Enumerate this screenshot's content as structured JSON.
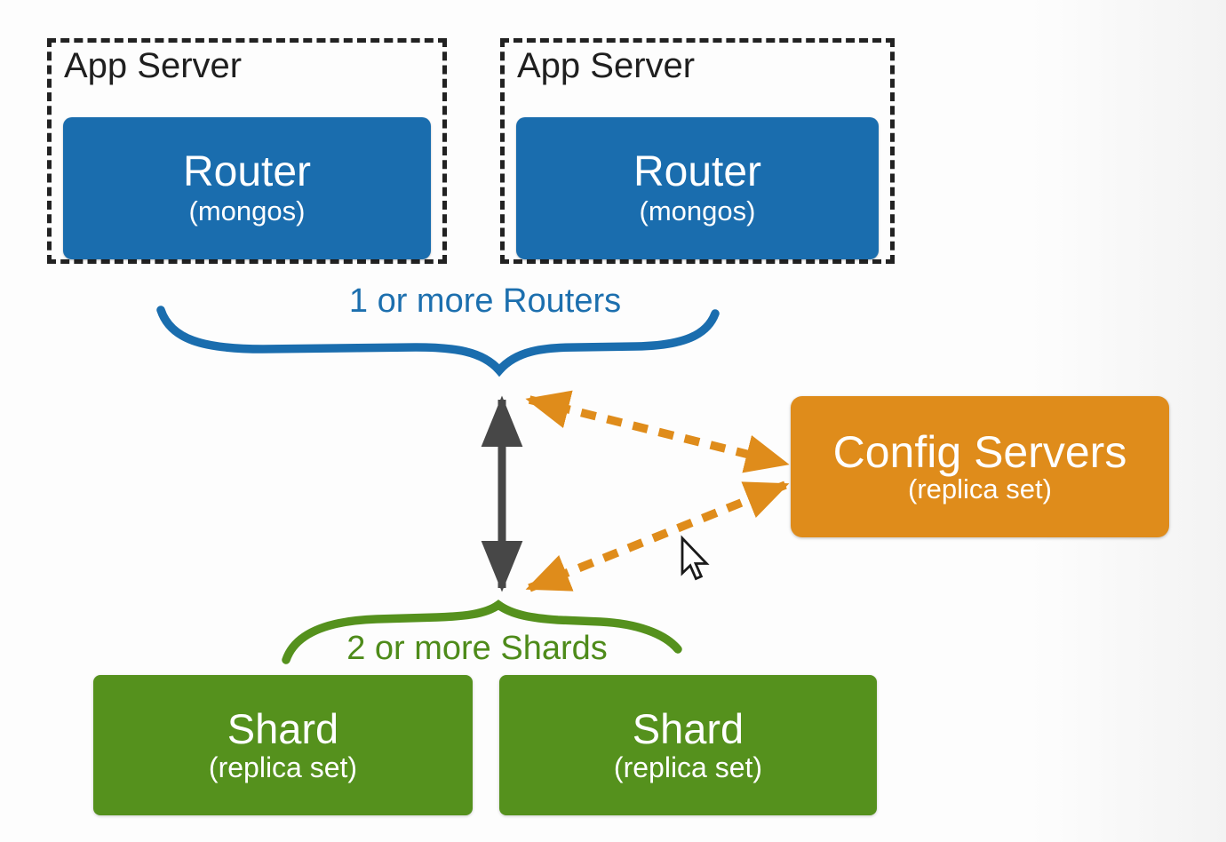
{
  "app_server_groups": [
    {
      "label": "App Server",
      "node": {
        "title": "Router",
        "subtitle": "(mongos)"
      }
    },
    {
      "label": "App Server",
      "node": {
        "title": "Router",
        "subtitle": "(mongos)"
      }
    }
  ],
  "labels": {
    "routers": "1 or more Routers",
    "shards": "2 or more Shards"
  },
  "config_servers": {
    "title": "Config Servers",
    "subtitle": "(replica set)"
  },
  "shard_nodes": [
    {
      "title": "Shard",
      "subtitle": "(replica set)"
    },
    {
      "title": "Shard",
      "subtitle": "(replica set)"
    }
  ],
  "colors": {
    "router_blue": "#1a6dae",
    "config_orange": "#df8c1b",
    "shard_green": "#55911d",
    "arrow_gray": "#474747",
    "routers_label_blue": "#1c6fae",
    "shards_label_green": "#4e8b1a",
    "dashed_border": "#222222"
  },
  "icons": {
    "cursor": "mouse-pointer-icon"
  }
}
